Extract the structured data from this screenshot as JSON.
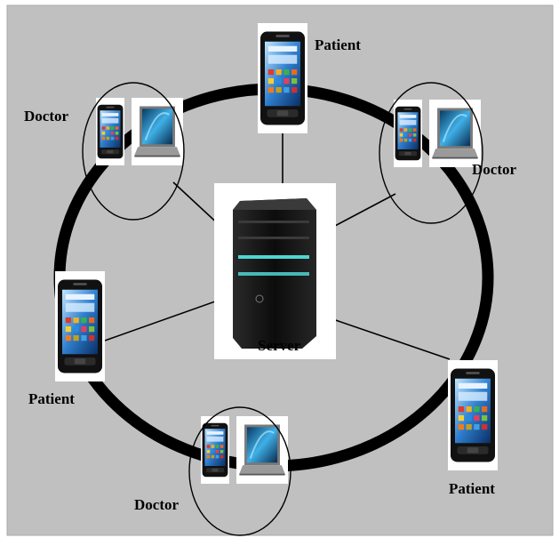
{
  "diagram": {
    "background_color": "#c0c0c0",
    "ring_color": "#000000",
    "labels": {
      "patient_top": "Patient",
      "doctor_top_left": "Doctor",
      "doctor_top_right": "Doctor",
      "patient_left": "Patient",
      "server": "Server",
      "patient_bottom_right": "Patient",
      "doctor_bottom": "Doctor"
    }
  }
}
